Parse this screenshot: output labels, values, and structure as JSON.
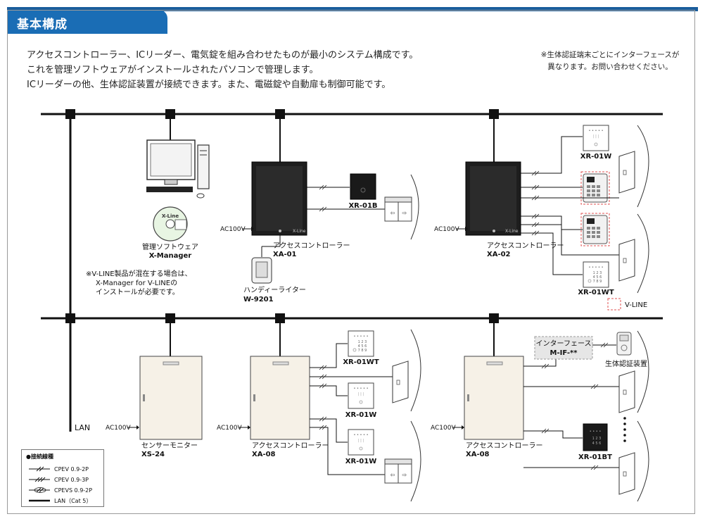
{
  "header": {
    "title": "基本構成"
  },
  "intro": {
    "line1": "アクセスコントローラー、ICリーダー、電気錠を組み合わせたものが最小のシステム構成です。",
    "line2": "これを管理ソフトウェアがインストールされたパソコンで管理します。",
    "line3": "ICリーダーの他、生体認証装置が接続できます。また、電磁錠や自動扉も制御可能です。"
  },
  "note_right": {
    "line1": "※生体認証端末ごとにインターフェースが",
    "line2": "異なります。お問い合わせください。"
  },
  "software": {
    "label": "管理ソフトウェア",
    "model": "X-Manager",
    "cd_text": "X-Line"
  },
  "vline_note": {
    "line1": "※V-LINE製品が混在する場合は、",
    "line2": "X-Manager for V-LINEの",
    "line3": "インストールが必要です。"
  },
  "writer": {
    "label": "ハンディーライター",
    "model": "W-9201"
  },
  "controller_xa01": {
    "label": "アクセスコントローラー",
    "model": "XA-01",
    "brand": "X-Line"
  },
  "controller_xa02": {
    "label": "アクセスコントローラー",
    "model": "XA-02",
    "brand": "X-Line"
  },
  "sensor": {
    "label": "センサーモニター",
    "model": "XS-24"
  },
  "controller_xa08a": {
    "label": "アクセスコントローラー",
    "model": "XA-08"
  },
  "controller_xa08b": {
    "label": "アクセスコントローラー",
    "model": "XA-08"
  },
  "ac": "AC100V",
  "lan": "LAN",
  "readers": {
    "xr01b": "XR-01B",
    "xr01w_top": "XR-01W",
    "xr01wt_top": "XR-01WT",
    "xr01wt_low": "XR-01WT",
    "xr01w_low1": "XR-01W",
    "xr01w_low2": "XR-01W",
    "xr01bt": "XR-01BT"
  },
  "vline_legend": "V-LINE",
  "interface": {
    "label": "インターフェース",
    "model": "M-IF-**"
  },
  "biometric": "生体認証装置",
  "legend": {
    "title": "●接続線種",
    "items": [
      "CPEV 0.9-2P",
      "CPEV 0.9-3P",
      "CPEVS 0.9-2P",
      "LAN（Cat 5）"
    ]
  },
  "colors": {
    "accent": "#1a6db5",
    "line": "#111111",
    "vline": "#e05050"
  }
}
